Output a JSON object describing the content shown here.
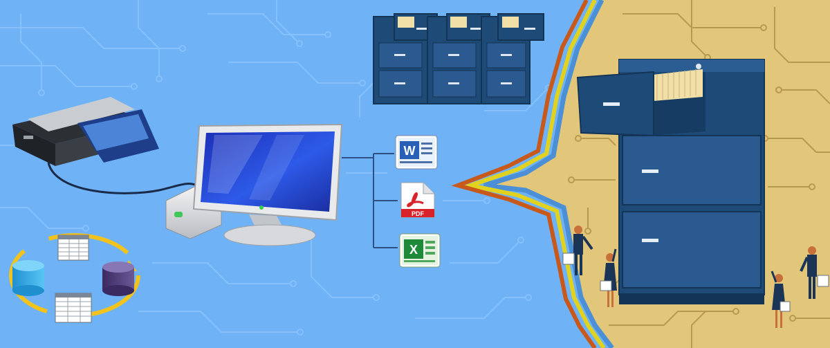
{
  "colors": {
    "sky_background": "#6fb3f6",
    "circuit_light": "#8cc4ff",
    "tan_background": "#e2c77a",
    "circuit_tan": "#b89a4e",
    "border_orange": "#c8591b",
    "border_yellow": "#e0d21f",
    "border_blue": "#4b8fd6",
    "cabinet_navy": "#1e4a78",
    "cabinet_dark": "#143456",
    "document_folders": "#f1dfa8"
  },
  "file_icons": {
    "word_letter": "W",
    "pdf_label": "PDF",
    "excel_letter": "X"
  }
}
